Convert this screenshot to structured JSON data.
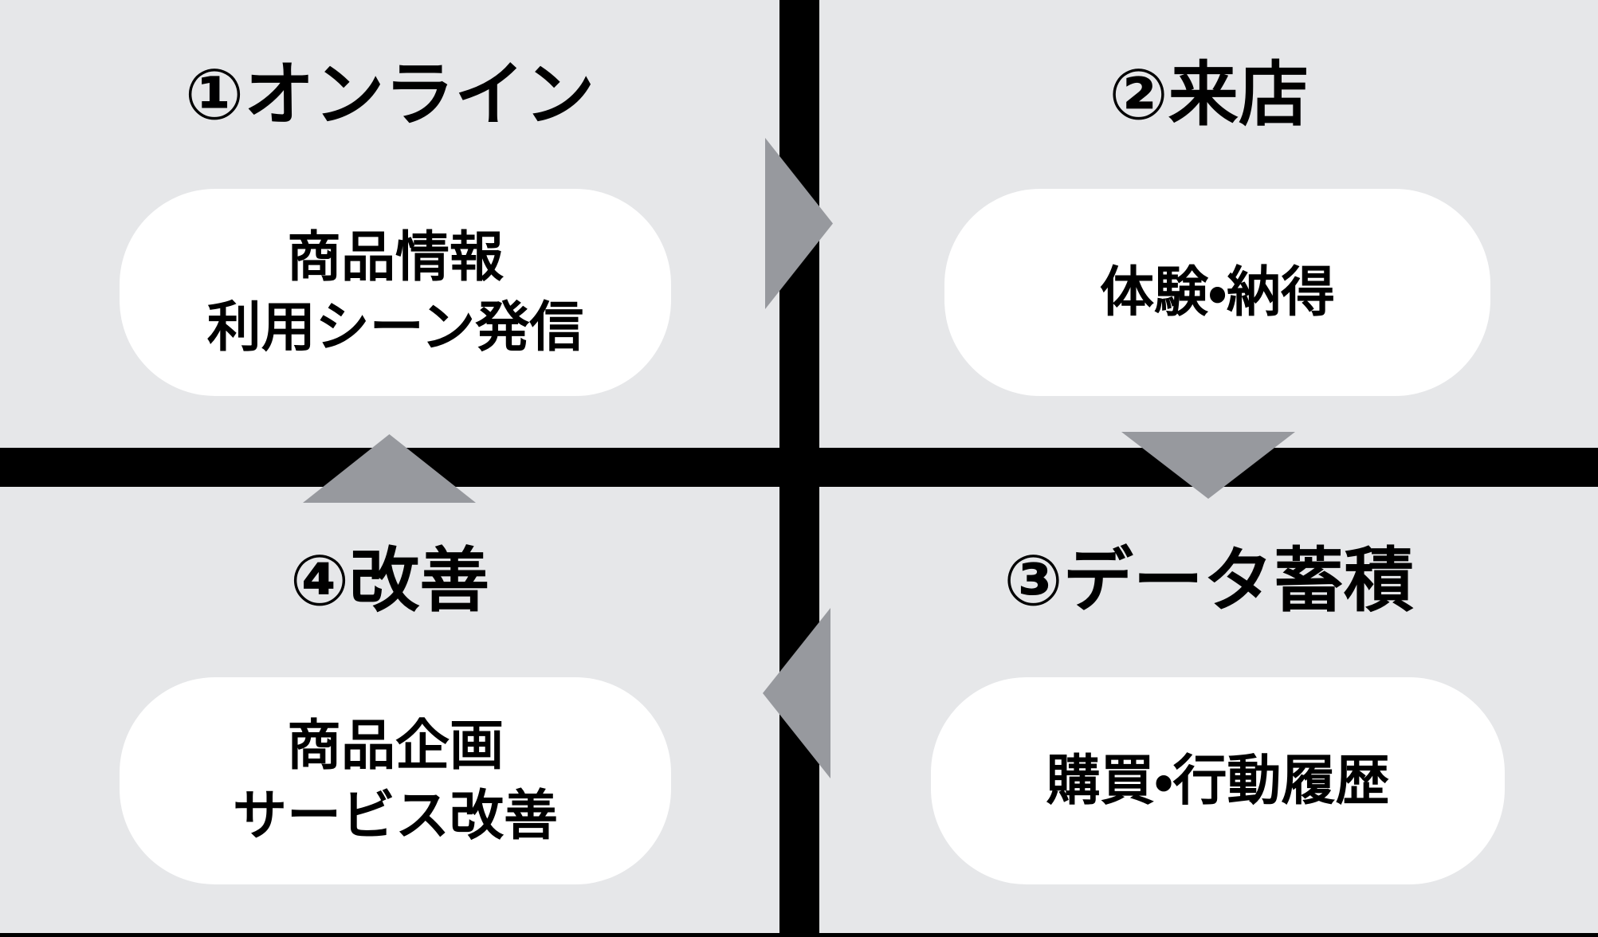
{
  "diagram": {
    "type": "cycle-quadrant",
    "colors": {
      "background": "#e6e7e9",
      "divider": "#000000",
      "arrow": "#97999e",
      "pill_background": "#ffffff",
      "text": "#000000"
    },
    "quadrants": [
      {
        "position": "top-left",
        "title": "①オンライン",
        "pill_line1": "商品情報",
        "pill_line2": "利用シーン発信"
      },
      {
        "position": "top-right",
        "title": "②来店",
        "pill_line1": "体験・納得"
      },
      {
        "position": "bottom-right",
        "title": "③データ蓄積",
        "pill_line1": "購買・行動履歴"
      },
      {
        "position": "bottom-left",
        "title": "④改善",
        "pill_line1": "商品企画",
        "pill_line2": "サービス改善"
      }
    ],
    "arrows": [
      {
        "from": "①オンライン",
        "to": "②来店",
        "direction": "right"
      },
      {
        "from": "②来店",
        "to": "③データ蓄積",
        "direction": "down"
      },
      {
        "from": "③データ蓄積",
        "to": "④改善",
        "direction": "left"
      },
      {
        "from": "④改善",
        "to": "①オンライン",
        "direction": "up"
      }
    ]
  }
}
